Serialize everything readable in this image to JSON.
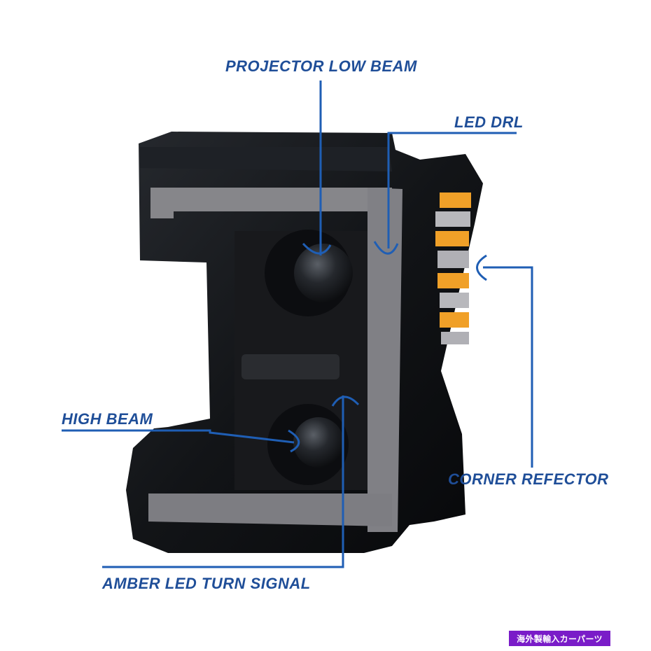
{
  "colors": {
    "callout_text": "#1f4e98",
    "callout_line": "#1f5eb4",
    "housing": "#121417",
    "drl_light": "#8a8a8e",
    "amber": "#f0a028",
    "badge_bg": "#7a1cc8",
    "badge_text": "#ffffff"
  },
  "callouts": {
    "projector_low_beam": "PROJECTOR LOW BEAM",
    "led_drl": "LED DRL",
    "high_beam": "HIGH BEAM",
    "corner_reflector": "CORNER REFECTOR",
    "amber_turn_signal": "AMBER LED TURN SIGNAL"
  },
  "badge": {
    "text": "海外製輸入カーパーツ"
  }
}
